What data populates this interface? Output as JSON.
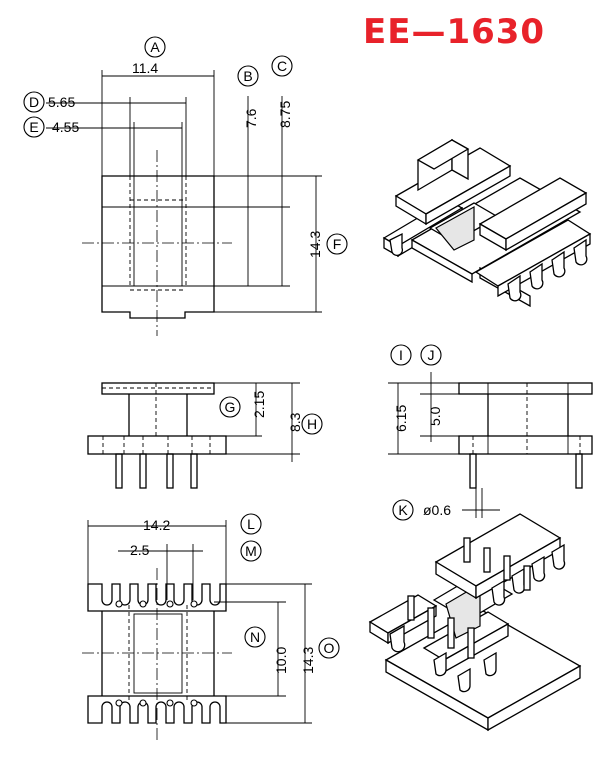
{
  "title": "EE—1630",
  "markers": {
    "A": "A",
    "B": "B",
    "C": "C",
    "D": "D",
    "E": "E",
    "F": "F",
    "G": "G",
    "H": "H",
    "I": "I",
    "J": "J",
    "K": "K",
    "L": "L",
    "M": "M",
    "N": "N",
    "O": "O"
  },
  "dims": {
    "A": "11.4",
    "B": "7.6",
    "C": "8.75",
    "D": "5.65",
    "E": "4.55",
    "F": "14.3",
    "G": "2.15",
    "H": "8.3",
    "I": "6.15",
    "J": "5.0",
    "K": "ø0.6",
    "L": "14.2",
    "M": "2.5",
    "N": "10.0",
    "O": "14.3"
  }
}
